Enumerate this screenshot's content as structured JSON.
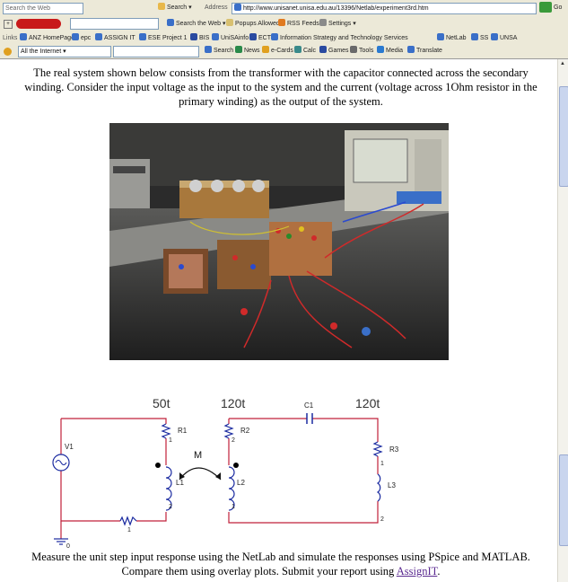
{
  "browser": {
    "search_placeholder": "Search the Web",
    "search_button": "Search",
    "address_label": "Address",
    "url": "http://www.unisanet.unisa.edu.au/13396/Netlab/experiment3rd.htm",
    "go_label": "Go",
    "toolbar2": {
      "search_web": "Search the Web",
      "popups": "Popups Allowed",
      "rss": "RSS Feeds",
      "settings": "Settings"
    },
    "links_label": "Links",
    "links": [
      "ANZ HomePage",
      "epc",
      "ASSIGN IT",
      "ESE Project 1",
      "BIS",
      "UniSAinfo",
      "ECT",
      "Information Strategy and Technology Services",
      "NetLab",
      "SS",
      "UNSA"
    ],
    "toolbar4": {
      "scope": "All the Internet",
      "items": [
        "Search",
        "News",
        "e-Cards",
        "Calc",
        "Games",
        "Tools",
        "Media",
        "Translate"
      ]
    }
  },
  "content": {
    "intro": "The real system shown below consists from the transformer with the capacitor connected across the secondary winding. Consider the input voltage as the input to the system and the current (voltage across 1Ohm resistor in the primary winding) as the output of the system.",
    "outro_before_link": "Measure the unit step input response  using the NetLab and simulate the responses using PSpice and MATLAB. Compare them using overlay plots. Submit your report using ",
    "link_text": "AssignIT",
    "outro_after_link": "."
  },
  "schematic": {
    "turns": [
      "50t",
      "120t",
      "120t"
    ],
    "labels": {
      "v1": "V1",
      "r1": "R1",
      "r2": "R2",
      "r3": "R3",
      "l1": "L1",
      "l2": "L2",
      "l3": "L3",
      "c1": "C1",
      "m": "M",
      "r_bottom": "1",
      "ground": "0"
    },
    "pins": [
      "1",
      "2",
      "2",
      "1",
      "1",
      "2"
    ]
  },
  "colors": {
    "wire": "#c0203a",
    "component": "#1a2aa0",
    "link": "#5a2a90"
  }
}
